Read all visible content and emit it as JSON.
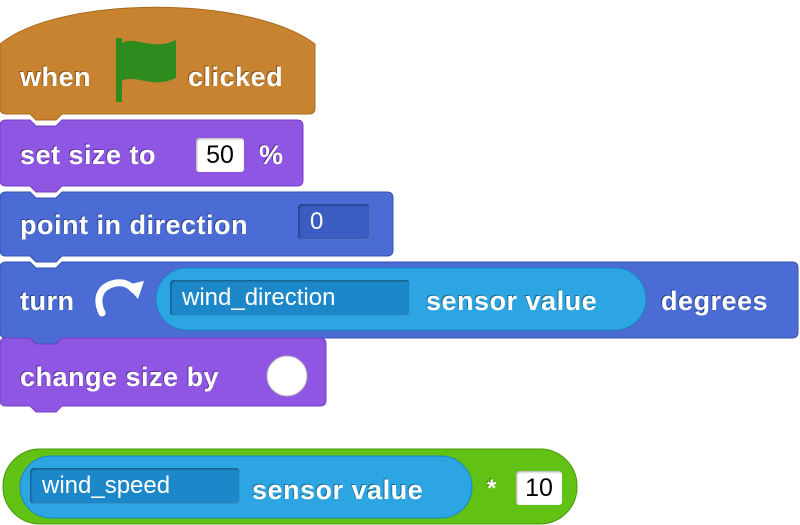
{
  "colors": {
    "events": "#c88330",
    "looks": "#8f56e3",
    "motion": "#4a6cd4",
    "sensing": "#2ca5e2",
    "operators": "#62c213",
    "flag": "#2e8b1e"
  },
  "script": {
    "when_clicked": {
      "label_when": "when",
      "icon": "green-flag-icon",
      "label_clicked": "clicked"
    },
    "set_size": {
      "label": "set size to",
      "value": "50",
      "suffix": "%"
    },
    "point_direction": {
      "label": "point in direction",
      "value": "0"
    },
    "turn": {
      "label": "turn",
      "icon": "rotate-clockwise-icon",
      "sensor_option": "wind_direction",
      "sensor_label": "sensor value",
      "suffix": "degrees"
    },
    "change_size": {
      "label": "change size by"
    }
  },
  "loose_reporter": {
    "sensor_option": "wind_speed",
    "sensor_label": "sensor value",
    "operator": "*",
    "value": "10"
  }
}
